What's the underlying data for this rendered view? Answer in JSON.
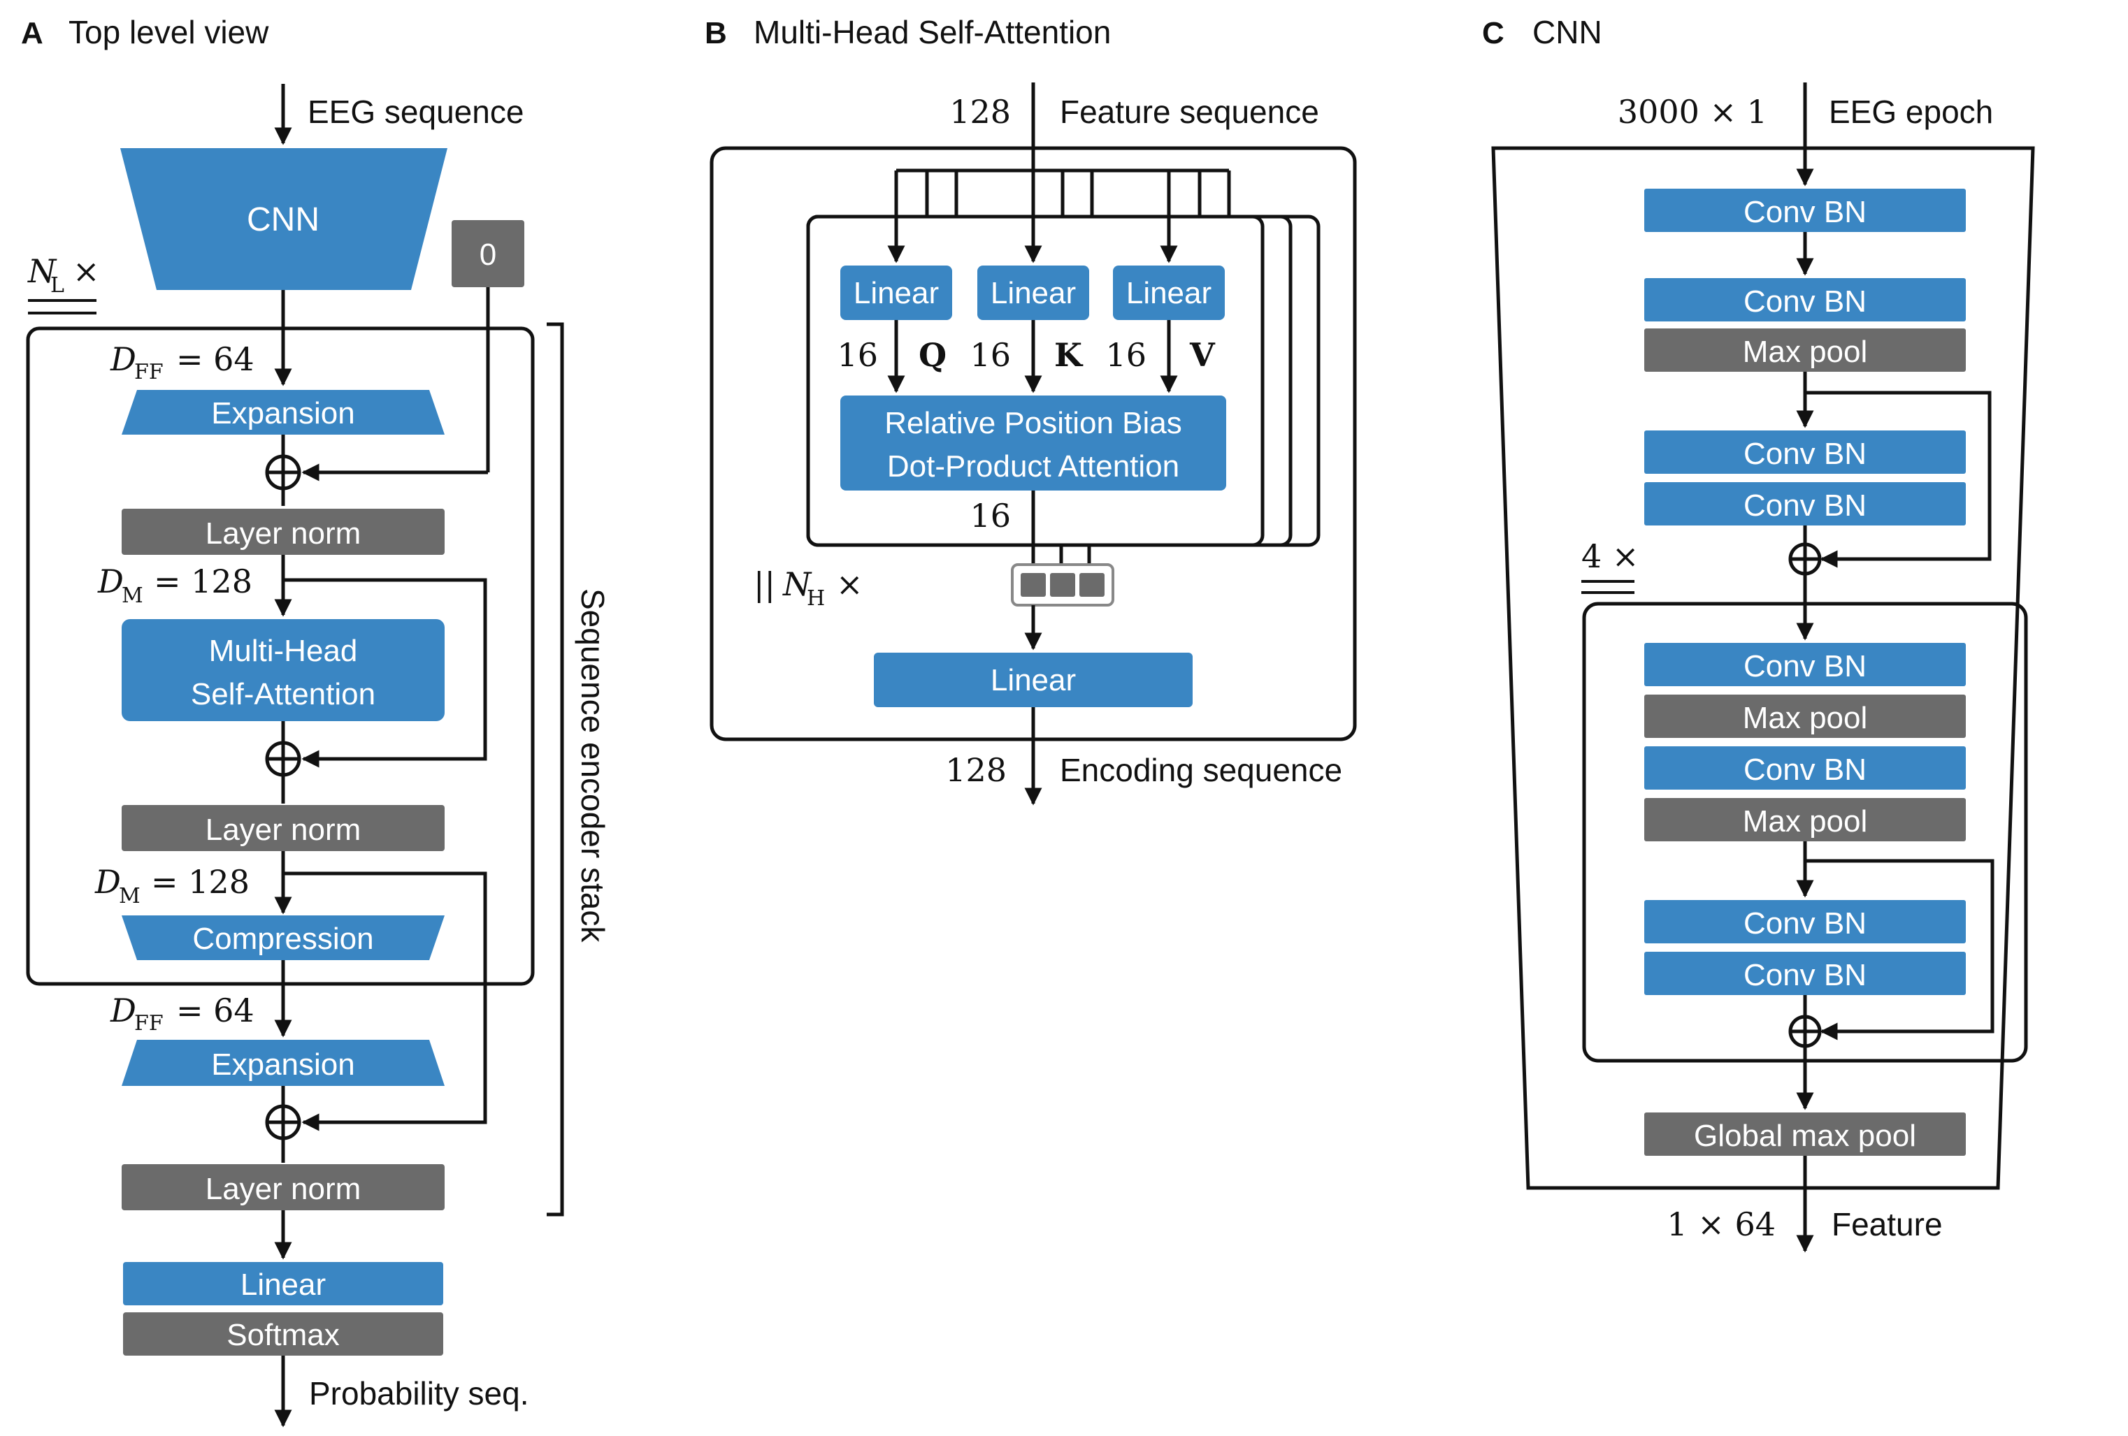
{
  "panel_a": {
    "letter": "A",
    "title": "Top level view",
    "input_label": "EEG sequence",
    "cnn_label": "CNN",
    "zero_label": "0",
    "nl_label": "N",
    "nl_sub": "L",
    "nl_times": "×",
    "dff1_label": "D",
    "dff1_sub": "FF",
    "dff1_value": "= 64",
    "expansion1_label": "Expansion",
    "layer_norm1_label": "Layer norm",
    "dm1_label": "D",
    "dm1_sub": "M",
    "dm1_value": "= 128",
    "mhsa_line1": "Multi-Head",
    "mhsa_line2": "Self-Attention",
    "layer_norm2_label": "Layer norm",
    "dm2_label": "D",
    "dm2_sub": "M",
    "dm2_value": "= 128",
    "compression_label": "Compression",
    "dff2_label": "D",
    "dff2_sub": "FF",
    "dff2_value": "= 64",
    "expansion2_label": "Expansion",
    "layer_norm3_label": "Layer norm",
    "linear_label": "Linear",
    "softmax_label": "Softmax",
    "output_label": "Probability seq.",
    "stack_label": "Sequence encoder stack",
    "colors": {
      "blue": "#3a86c3",
      "gray": "#6b6b6b"
    }
  },
  "panel_b": {
    "letter": "B",
    "title": "Multi-Head Self-Attention",
    "input_dim": "128",
    "input_label": "Feature sequence",
    "linear_q_label": "Linear",
    "linear_k_label": "Linear",
    "linear_v_label": "Linear",
    "q_dim": "16",
    "q_label": "Q",
    "k_dim": "16",
    "k_label": "K",
    "v_dim": "16",
    "v_label": "V",
    "attention_line1": "Relative Position Bias",
    "attention_line2": "Dot-Product Attention",
    "head_out_dim": "16",
    "nh_prefix": "||",
    "nh_label": "N",
    "nh_sub": "H",
    "nh_times": "×",
    "output_linear_label": "Linear",
    "output_dim": "128",
    "output_label": "Encoding sequence"
  },
  "panel_c": {
    "letter": "C",
    "title": "CNN",
    "input_dim": "3000 × 1",
    "input_label": "EEG epoch",
    "conv1": "Conv BN",
    "conv2": "Conv BN",
    "maxpool1": "Max pool",
    "conv3": "Conv BN",
    "conv4": "Conv BN",
    "repeat_label": "4 ×",
    "conv5": "Conv BN",
    "maxpool2": "Max pool",
    "conv6": "Conv BN",
    "maxpool3": "Max pool",
    "conv7": "Conv BN",
    "conv8": "Conv BN",
    "global_pool": "Global max pool",
    "output_dim": "1 × 64",
    "output_label": "Feature"
  }
}
